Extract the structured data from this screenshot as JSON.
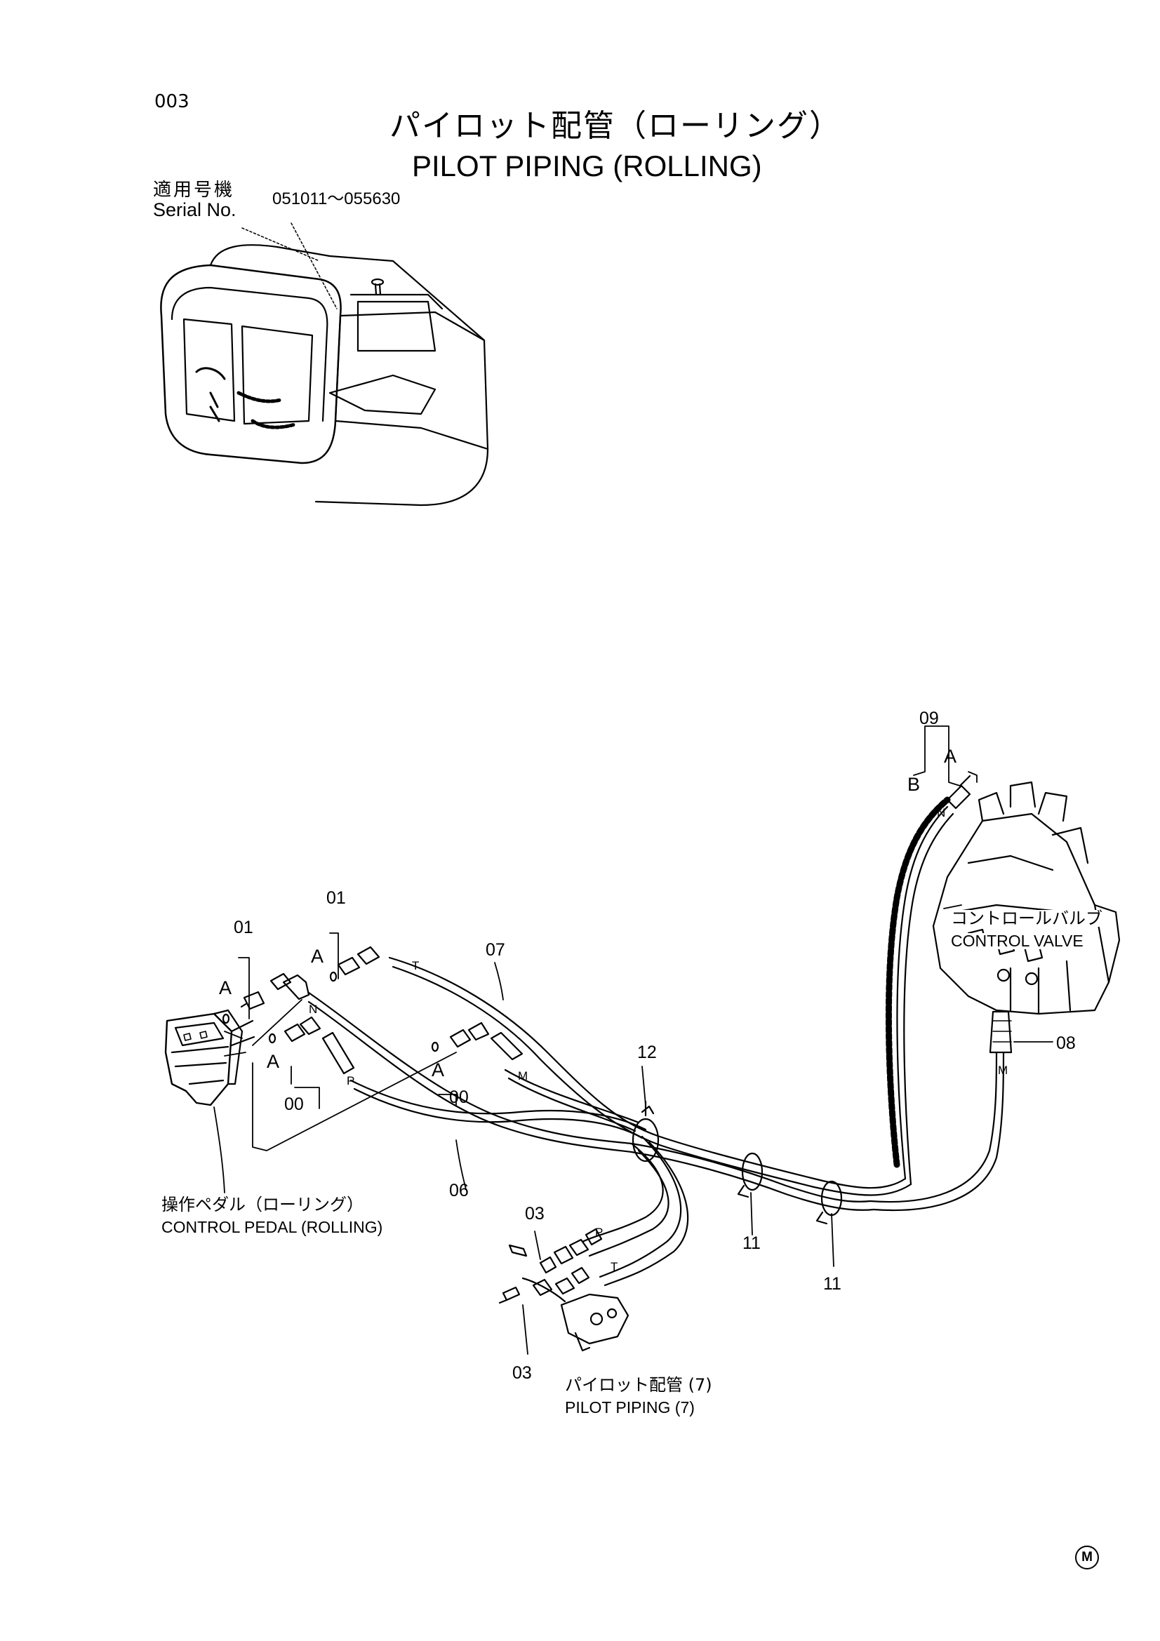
{
  "header": {
    "page_number": "003",
    "title_jp": "パイロット配管（ローリング）",
    "title_en": "PILOT PIPING (ROLLING)"
  },
  "serial": {
    "label_jp": "適用号機",
    "label_en": "Serial No.",
    "range": "051011～055630"
  },
  "callouts": {
    "c01_left": "01",
    "c01_right": "01",
    "c00_left": "00",
    "c00_right": "00",
    "c07": "07",
    "c06": "06",
    "c12": "12",
    "c11_left": "11",
    "c11_right": "11",
    "c03_top": "03",
    "c03_bottom": "03",
    "c08": "08",
    "c09": "09"
  },
  "port_labels": {
    "A1": "A",
    "A2": "A",
    "A3": "A",
    "A4": "A",
    "A5": "A",
    "B": "B",
    "N1": "N",
    "N2": "N",
    "T1": "T",
    "T2": "T",
    "P1": "P",
    "P2": "P",
    "M1": "M",
    "M2": "M"
  },
  "components": {
    "control_pedal_jp": "操作ペダル（ローリング）",
    "control_pedal_en": "CONTROL PEDAL (ROLLING)",
    "control_valve_jp": "コントロールバルブ",
    "control_valve_en": "CONTROL VALVE",
    "pilot_piping_jp": "パイロット配管 (7)",
    "pilot_piping_en": "PILOT PIPING  (7)"
  },
  "footer": {
    "mark": "M"
  }
}
